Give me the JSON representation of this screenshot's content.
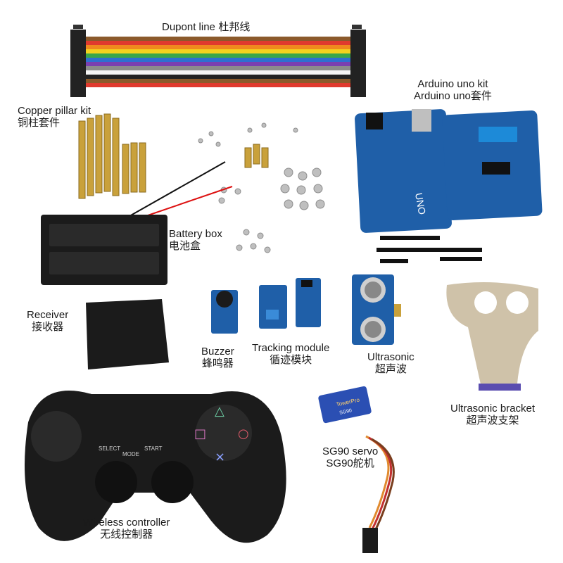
{
  "labels": {
    "dupont": {
      "en": "Dupont line",
      "zh": "杜邦线"
    },
    "copper": {
      "en": "Copper pillar kit",
      "zh": "铜柱套件"
    },
    "arduino": {
      "en": "Arduino uno kit",
      "zh": "Arduino uno套件"
    },
    "battery": {
      "en": "Battery box",
      "zh": "电池盒"
    },
    "receiver": {
      "en": "Receiver",
      "zh": "接收器"
    },
    "buzzer": {
      "en": "Buzzer",
      "zh": "蜂鸣器"
    },
    "tracking": {
      "en": "Tracking module",
      "zh": "循迹模块"
    },
    "ultrasonic": {
      "en": "Ultrasonic",
      "zh": "超声波"
    },
    "bracket": {
      "en": "Ultrasonic bracket",
      "zh": "超声波支架"
    },
    "servo": {
      "en": "SG90 servo",
      "zh": "SG90舵机"
    },
    "controller": {
      "en": "Wireless controller",
      "zh": "无线控制器"
    }
  },
  "board_text": {
    "uno": "UNO",
    "select": "SELECT",
    "mode": "MODE",
    "start": "START",
    "servo_brand": "TowerPro",
    "servo_model": "SG90"
  },
  "colors": {
    "board_blue": "#1f5fa8",
    "brass": "#c9a13b",
    "controller": "#1b1b1b",
    "servo_blue": "#2b4fb3",
    "bracket": "#c7b79a"
  }
}
